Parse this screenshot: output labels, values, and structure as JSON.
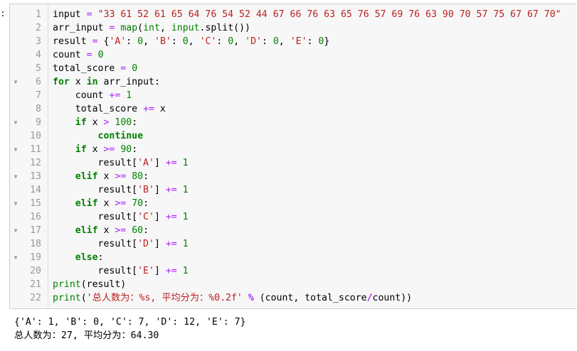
{
  "cell": {
    "prompt": ":",
    "lines": [
      {
        "n": "1",
        "fold": "",
        "indent": "",
        "tokens": [
          [
            "var",
            "input"
          ],
          [
            "p",
            " "
          ],
          [
            "op",
            "="
          ],
          [
            "p",
            " "
          ],
          [
            "str",
            "\"33 61 52 61 65 64 76 54 52 44 67 66 76 63 65 76 57 69 76 63 90 70 57 75 67 67 70\""
          ]
        ]
      },
      {
        "n": "2",
        "fold": "",
        "indent": "",
        "tokens": [
          [
            "var",
            "arr_input"
          ],
          [
            "p",
            " "
          ],
          [
            "op",
            "="
          ],
          [
            "p",
            " "
          ],
          [
            "bi",
            "map"
          ],
          [
            "p",
            "("
          ],
          [
            "bi",
            "int"
          ],
          [
            "p",
            ", "
          ],
          [
            "bi",
            "input"
          ],
          [
            "p",
            ".split())"
          ]
        ]
      },
      {
        "n": "3",
        "fold": "",
        "indent": "",
        "tokens": [
          [
            "var",
            "result"
          ],
          [
            "p",
            " "
          ],
          [
            "op",
            "="
          ],
          [
            "p",
            " {"
          ],
          [
            "str",
            "'A'"
          ],
          [
            "p",
            ": "
          ],
          [
            "num",
            "0"
          ],
          [
            "p",
            ", "
          ],
          [
            "str",
            "'B'"
          ],
          [
            "p",
            ": "
          ],
          [
            "num",
            "0"
          ],
          [
            "p",
            ", "
          ],
          [
            "str",
            "'C'"
          ],
          [
            "p",
            ": "
          ],
          [
            "num",
            "0"
          ],
          [
            "p",
            ", "
          ],
          [
            "str",
            "'D'"
          ],
          [
            "p",
            ": "
          ],
          [
            "num",
            "0"
          ],
          [
            "p",
            ", "
          ],
          [
            "str",
            "'E'"
          ],
          [
            "p",
            ": "
          ],
          [
            "num",
            "0"
          ],
          [
            "p",
            "}"
          ]
        ]
      },
      {
        "n": "4",
        "fold": "",
        "indent": "",
        "tokens": [
          [
            "var",
            "count"
          ],
          [
            "p",
            " "
          ],
          [
            "op",
            "="
          ],
          [
            "p",
            " "
          ],
          [
            "num",
            "0"
          ]
        ]
      },
      {
        "n": "5",
        "fold": "",
        "indent": "",
        "tokens": [
          [
            "var",
            "total_score"
          ],
          [
            "p",
            " "
          ],
          [
            "op",
            "="
          ],
          [
            "p",
            " "
          ],
          [
            "num",
            "0"
          ]
        ]
      },
      {
        "n": "6",
        "fold": "▼",
        "indent": "",
        "tokens": [
          [
            "kw",
            "for"
          ],
          [
            "p",
            " x "
          ],
          [
            "kw",
            "in"
          ],
          [
            "p",
            " arr_input:"
          ]
        ]
      },
      {
        "n": "7",
        "fold": "",
        "indent": "    ",
        "tokens": [
          [
            "var",
            "count"
          ],
          [
            "p",
            " "
          ],
          [
            "op",
            "+="
          ],
          [
            "p",
            " "
          ],
          [
            "num",
            "1"
          ]
        ]
      },
      {
        "n": "8",
        "fold": "",
        "indent": "    ",
        "tokens": [
          [
            "var",
            "total_score"
          ],
          [
            "p",
            " "
          ],
          [
            "op",
            "+="
          ],
          [
            "p",
            " x"
          ]
        ]
      },
      {
        "n": "9",
        "fold": "▼",
        "indent": "    ",
        "tokens": [
          [
            "kw",
            "if"
          ],
          [
            "p",
            " x "
          ],
          [
            "op",
            ">"
          ],
          [
            "p",
            " "
          ],
          [
            "num",
            "100"
          ],
          [
            "p",
            ":"
          ]
        ]
      },
      {
        "n": "10",
        "fold": "",
        "indent": "        ",
        "tokens": [
          [
            "kw",
            "continue"
          ]
        ]
      },
      {
        "n": "11",
        "fold": "▼",
        "indent": "    ",
        "tokens": [
          [
            "kw",
            "if"
          ],
          [
            "p",
            " x "
          ],
          [
            "op",
            ">="
          ],
          [
            "p",
            " "
          ],
          [
            "num",
            "90"
          ],
          [
            "p",
            ":"
          ]
        ]
      },
      {
        "n": "12",
        "fold": "",
        "indent": "        ",
        "tokens": [
          [
            "var",
            "result["
          ],
          [
            "str",
            "'A'"
          ],
          [
            "p",
            "] "
          ],
          [
            "op",
            "+="
          ],
          [
            "p",
            " "
          ],
          [
            "num",
            "1"
          ]
        ]
      },
      {
        "n": "13",
        "fold": "▼",
        "indent": "    ",
        "tokens": [
          [
            "kw",
            "elif"
          ],
          [
            "p",
            " x "
          ],
          [
            "op",
            ">="
          ],
          [
            "p",
            " "
          ],
          [
            "num",
            "80"
          ],
          [
            "p",
            ":"
          ]
        ]
      },
      {
        "n": "14",
        "fold": "",
        "indent": "        ",
        "tokens": [
          [
            "var",
            "result["
          ],
          [
            "str",
            "'B'"
          ],
          [
            "p",
            "] "
          ],
          [
            "op",
            "+="
          ],
          [
            "p",
            " "
          ],
          [
            "num",
            "1"
          ]
        ]
      },
      {
        "n": "15",
        "fold": "▼",
        "indent": "    ",
        "tokens": [
          [
            "kw",
            "elif"
          ],
          [
            "p",
            " x "
          ],
          [
            "op",
            ">="
          ],
          [
            "p",
            " "
          ],
          [
            "num",
            "70"
          ],
          [
            "p",
            ":"
          ]
        ]
      },
      {
        "n": "16",
        "fold": "",
        "indent": "        ",
        "tokens": [
          [
            "var",
            "result["
          ],
          [
            "str",
            "'C'"
          ],
          [
            "p",
            "] "
          ],
          [
            "op",
            "+="
          ],
          [
            "p",
            " "
          ],
          [
            "num",
            "1"
          ]
        ]
      },
      {
        "n": "17",
        "fold": "▼",
        "indent": "    ",
        "tokens": [
          [
            "kw",
            "elif"
          ],
          [
            "p",
            " x "
          ],
          [
            "op",
            ">="
          ],
          [
            "p",
            " "
          ],
          [
            "num",
            "60"
          ],
          [
            "p",
            ":"
          ]
        ]
      },
      {
        "n": "18",
        "fold": "",
        "indent": "        ",
        "tokens": [
          [
            "var",
            "result["
          ],
          [
            "str",
            "'D'"
          ],
          [
            "p",
            "] "
          ],
          [
            "op",
            "+="
          ],
          [
            "p",
            " "
          ],
          [
            "num",
            "1"
          ]
        ]
      },
      {
        "n": "19",
        "fold": "▼",
        "indent": "    ",
        "tokens": [
          [
            "kw",
            "else"
          ],
          [
            "p",
            ":"
          ]
        ]
      },
      {
        "n": "20",
        "fold": "",
        "indent": "        ",
        "tokens": [
          [
            "var",
            "result["
          ],
          [
            "str",
            "'E'"
          ],
          [
            "p",
            "] "
          ],
          [
            "op",
            "+="
          ],
          [
            "p",
            " "
          ],
          [
            "num",
            "1"
          ]
        ]
      },
      {
        "n": "21",
        "fold": "",
        "indent": "",
        "tokens": [
          [
            "bi",
            "print"
          ],
          [
            "p",
            "(result)"
          ]
        ]
      },
      {
        "n": "22",
        "fold": "",
        "indent": "",
        "tokens": [
          [
            "bi",
            "print"
          ],
          [
            "p",
            "("
          ],
          [
            "str",
            "'总人数为：%s, 平均分为：%0.2f'"
          ],
          [
            "p",
            " "
          ],
          [
            "opb",
            "%"
          ],
          [
            "p",
            " (count, total_score"
          ],
          [
            "opb",
            "/"
          ],
          [
            "p",
            "count))"
          ]
        ]
      }
    ]
  },
  "output": {
    "lines": [
      "{'A': 1, 'B': 0, 'C': 7, 'D': 12, 'E': 7}",
      "总人数为：27, 平均分为：64.30"
    ]
  },
  "colors": {
    "keyword": "#008000",
    "builtin": "#008000",
    "string": "#ba2121",
    "number": "#008000",
    "operator": "#aa22ff",
    "line_number": "#999999",
    "cell_background": "#f7f7f7",
    "cell_border": "#cfcfcf"
  }
}
